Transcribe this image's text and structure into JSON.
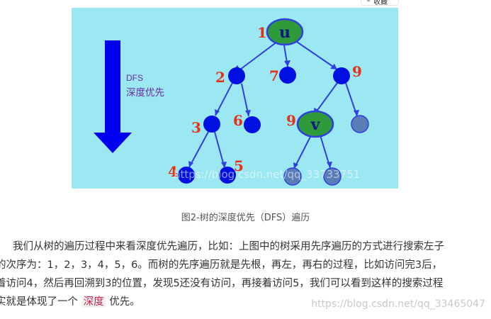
{
  "toolbar": {
    "favorite_label": "收藏"
  },
  "figure": {
    "dfs_label": "DFS",
    "dfs_sub": "深度优先",
    "watermark": "https://blog.csdn.net/qq_33733751",
    "nodes": {
      "u": "u",
      "v": "v"
    },
    "order_labels": {
      "n1": "1",
      "n2": "2",
      "n3": "3",
      "n4": "4",
      "n5": "5",
      "n6": "6",
      "n7": "7",
      "n9a": "9",
      "n9b": "9"
    },
    "colors": {
      "background": "#9be7f2",
      "arrow": "#0000f0",
      "node_blue": "#0010e0",
      "node_gray": "#5a7db8",
      "node_green": "#2f9a3a",
      "edge": "#2f3fe0",
      "label_red": "#e83018"
    }
  },
  "caption": "图2-树的深度优先（DFS）遍历",
  "paragraph": {
    "line1": "我们从树的遍历过程中来看深度优先遍历，比如：上图中的树采用先序遍历的方式进行搜索左子",
    "line2": "的次序为：1，2，3，4，5，6。而树的先序遍历就是先根，再左，再右的过程，比如访问完3后，",
    "line3": "着访问4，然后再回溯到3的位置，发现5还没有访问，再接着访问5，我们可以看到这样的搜索过程",
    "line4_pre": "实就是体现了一个",
    "line4_hl": "深度",
    "line4_post": "优先。"
  },
  "watermark_bottom": "https://blog.csdn.net/qq_33465047"
}
